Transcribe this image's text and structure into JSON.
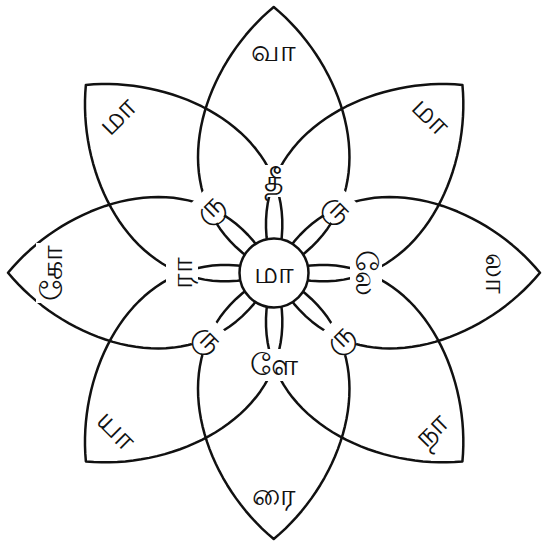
{
  "diagram": {
    "nodes": [
      {
        "text": [
          "மா"
        ]
      },
      {
        "text": [
          "வா",
          "தீ"
        ]
      },
      {
        "text": [
          "மா",
          "ரு"
        ]
      },
      {
        "text": [
          "லா",
          "லே"
        ]
      },
      {
        "text": [
          "நா",
          "ரு"
        ]
      },
      {
        "text": [
          "ரை",
          "ளே"
        ]
      },
      {
        "text": [
          "யா",
          "ரு"
        ]
      },
      {
        "text": [
          "கோ",
          "ரா"
        ]
      },
      {
        "text": [
          "மா",
          "ரு"
        ]
      }
    ]
  }
}
